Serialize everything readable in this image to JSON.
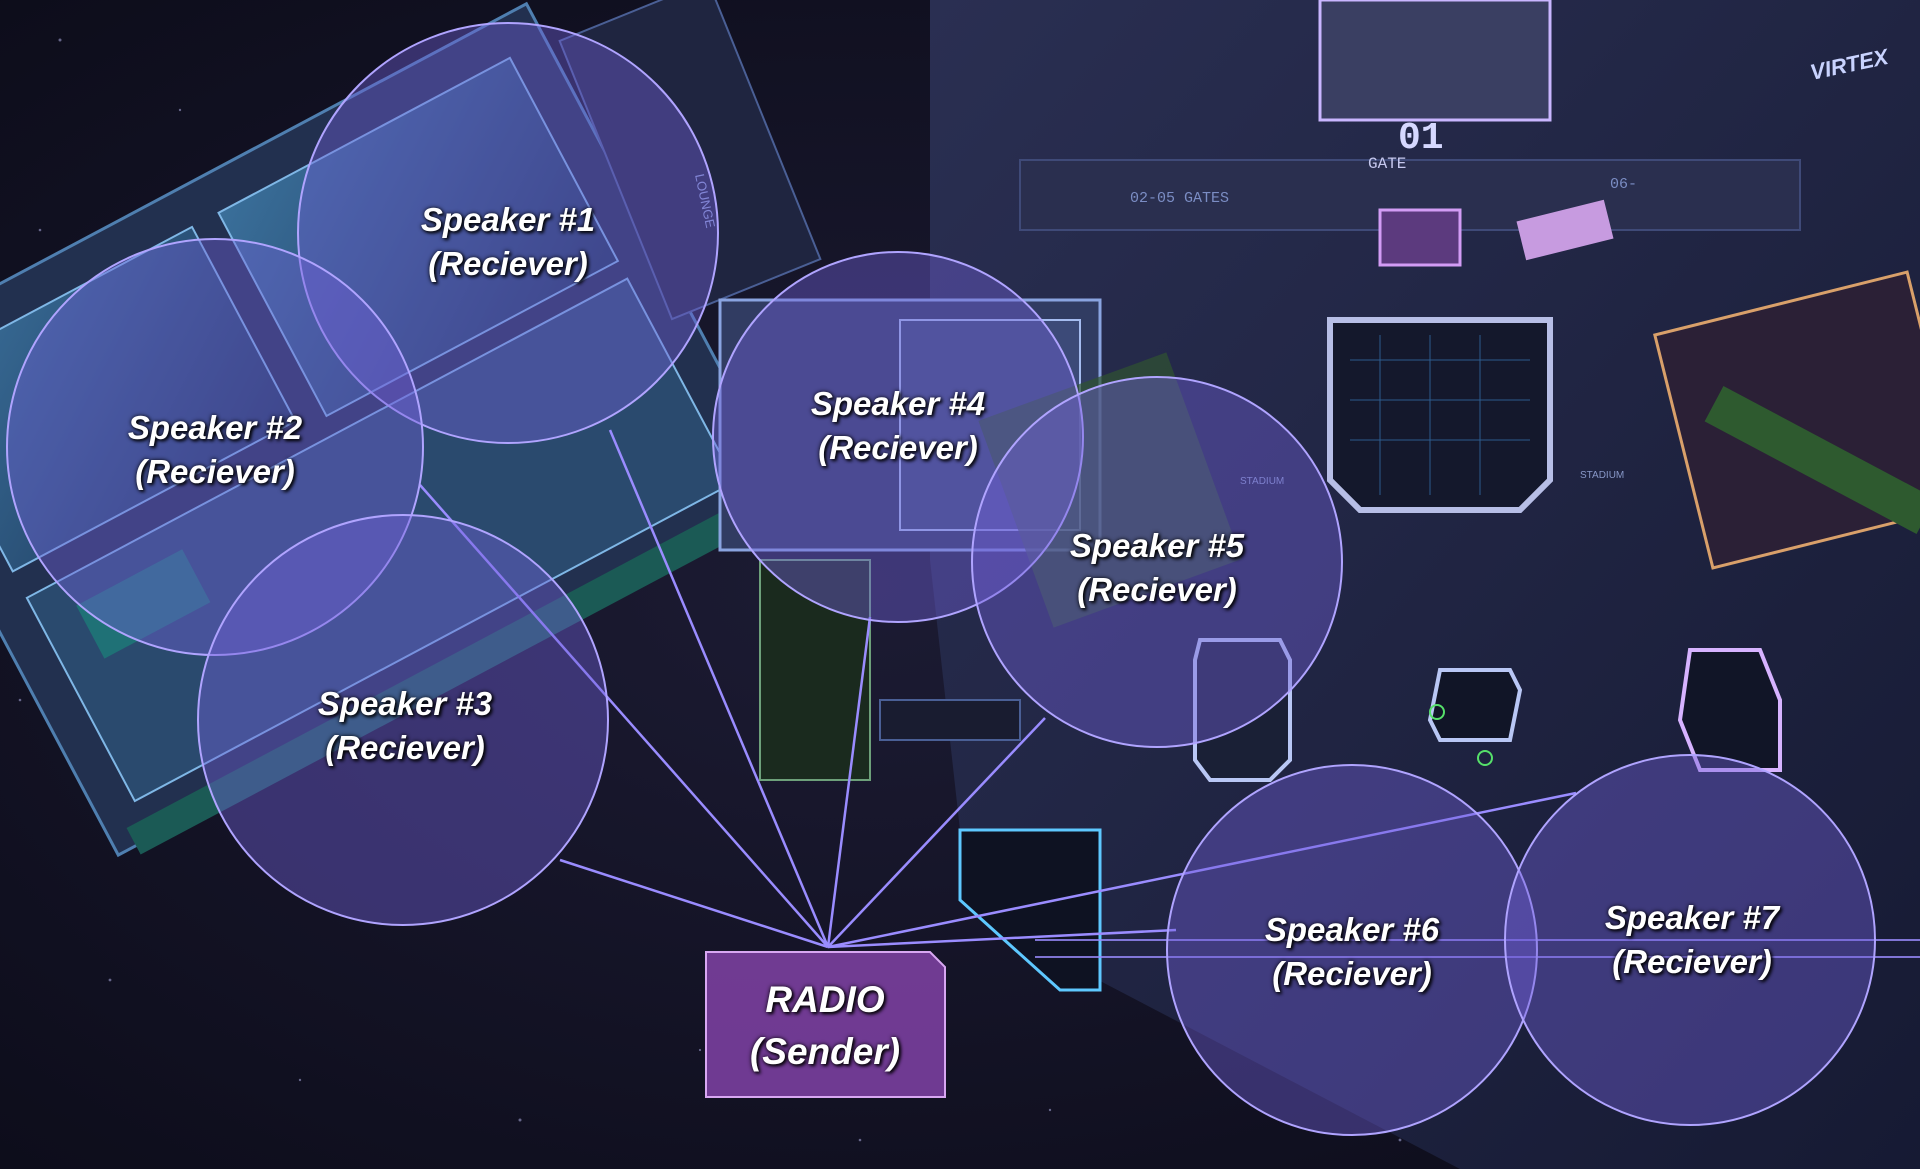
{
  "colors": {
    "circle_fill": "#6f5fd6",
    "circle_stroke": "#b0a4ff",
    "link_line": "#9a8cff",
    "radio_fill": "#7a3f9e",
    "radio_stroke": "#d8a7f2",
    "label_text": "#ffffff"
  },
  "speakers": [
    {
      "name": "Speaker #1",
      "role": "(Reciever)"
    },
    {
      "name": "Speaker #2",
      "role": "(Reciever)"
    },
    {
      "name": "Speaker #3",
      "role": "(Reciever)"
    },
    {
      "name": "Speaker #4",
      "role": "(Reciever)"
    },
    {
      "name": "Speaker #5",
      "role": "(Reciever)"
    },
    {
      "name": "Speaker #6",
      "role": "(Reciever)"
    },
    {
      "name": "Speaker #7",
      "role": "(Reciever)"
    }
  ],
  "radio": {
    "name": "RADIO",
    "role": "(Sender)"
  },
  "background_signage": {
    "gate_number": "01",
    "gate_word": "GATE",
    "gates_left": "02-05 GATES",
    "gates_right": "06-",
    "lounge": "LOUNGE",
    "brand": "VIRTEX",
    "stadium_a": "STADIUM",
    "stadium_b": "STADIUM"
  }
}
